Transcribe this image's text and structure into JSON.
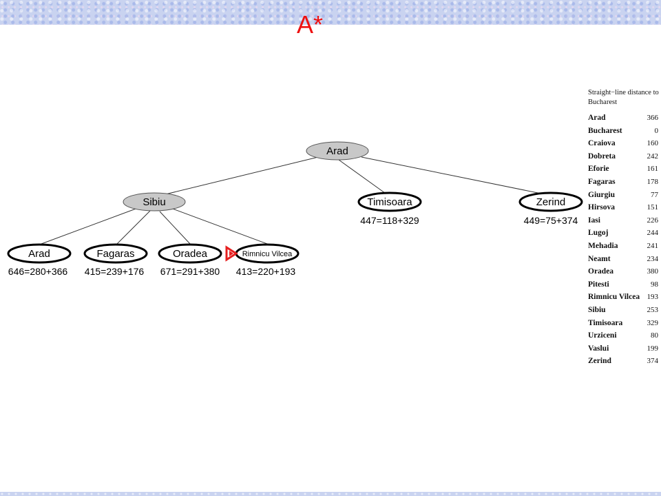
{
  "title": "A*",
  "tree": {
    "nodes": [
      {
        "id": "root",
        "label": "Arad",
        "f": "",
        "style": "expanded"
      },
      {
        "id": "sibiu",
        "label": "Sibiu",
        "f": "",
        "style": "expanded"
      },
      {
        "id": "timisoara",
        "label": "Timisoara",
        "f": "447=118+329",
        "style": "frontier"
      },
      {
        "id": "zerind",
        "label": "Zerind",
        "f": "449=75+374",
        "style": "frontier"
      },
      {
        "id": "arad2",
        "label": "Arad",
        "f": "646=280+366",
        "style": "frontier"
      },
      {
        "id": "fagaras",
        "label": "Fagaras",
        "f": "415=239+176",
        "style": "frontier"
      },
      {
        "id": "oradea",
        "label": "Oradea",
        "f": "671=291+380",
        "style": "frontier"
      },
      {
        "id": "rimnicu",
        "label": "Rimnicu Vilcea",
        "f": "413=220+193",
        "style": "frontier"
      }
    ],
    "marker_color": "#e62020"
  },
  "heuristic_table": {
    "header": "Straight−line distance to Bucharest",
    "rows": [
      {
        "city": "Arad",
        "dist": "366"
      },
      {
        "city": "Bucharest",
        "dist": "0"
      },
      {
        "city": "Craiova",
        "dist": "160"
      },
      {
        "city": "Dobreta",
        "dist": "242"
      },
      {
        "city": "Eforie",
        "dist": "161"
      },
      {
        "city": "Fagaras",
        "dist": "178"
      },
      {
        "city": "Giurgiu",
        "dist": "77"
      },
      {
        "city": "Hirsova",
        "dist": "151"
      },
      {
        "city": "Iasi",
        "dist": "226"
      },
      {
        "city": "Lugoj",
        "dist": "244"
      },
      {
        "city": "Mehadia",
        "dist": "241"
      },
      {
        "city": "Neamt",
        "dist": "234"
      },
      {
        "city": "Oradea",
        "dist": "380"
      },
      {
        "city": "Pitesti",
        "dist": "98"
      },
      {
        "city": "Rimnicu Vilcea",
        "dist": "193"
      },
      {
        "city": "Sibiu",
        "dist": "253"
      },
      {
        "city": "Timisoara",
        "dist": "329"
      },
      {
        "city": "Urziceni",
        "dist": "80"
      },
      {
        "city": "Vaslui",
        "dist": "199"
      },
      {
        "city": "Zerind",
        "dist": "374"
      }
    ]
  },
  "colors": {
    "title": "#ee1111",
    "expanded_fill": "#c8c8c8",
    "frontier_fill": "#ffffff"
  }
}
